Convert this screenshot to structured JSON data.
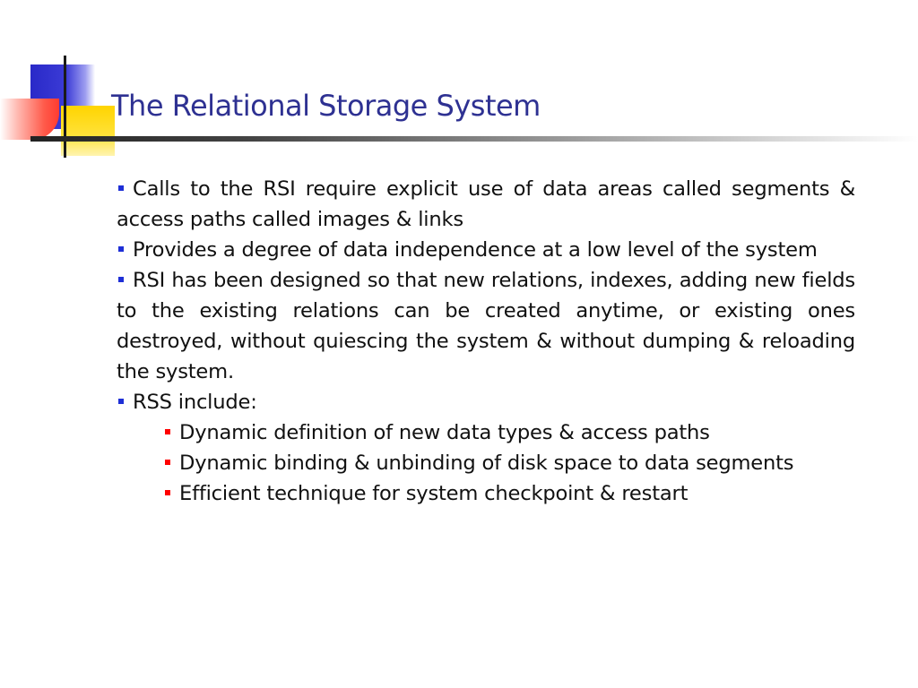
{
  "slide": {
    "title": "The Relational Storage System",
    "colors": {
      "title": "#2e3192",
      "bullet_level1": "#1e2fd6",
      "bullet_level2": "#ff0000"
    },
    "bullets": [
      {
        "text": "Calls to the RSI require explicit use of data areas called segments & access paths called images & links"
      },
      {
        "text": "Provides a degree of data independence at a low level of the system"
      },
      {
        "text": "RSI has been designed so that new relations, indexes, adding new fields to the existing relations can be created anytime, or existing ones destroyed, without quiescing the system & without dumping & reloading the system."
      },
      {
        "text": "RSS include:",
        "subitems": [
          {
            "text": "Dynamic definition of new data types & access paths"
          },
          {
            "text": "Dynamic binding & unbinding of disk space to data segments"
          },
          {
            "text": "Efficient technique for system checkpoint & restart"
          }
        ]
      }
    ]
  }
}
